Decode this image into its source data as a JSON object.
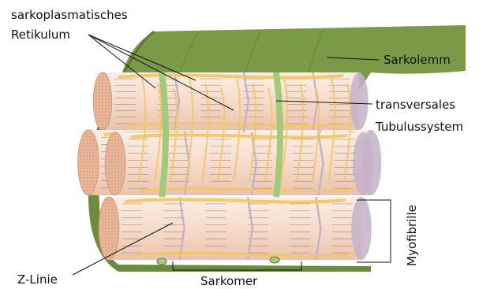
{
  "labels": {
    "sr_line1": "sarkoplasmatisches",
    "sr_line2": "Retikulum",
    "sarcolemma": "Sarkolemm",
    "ttubule_line1": "transversales",
    "ttubule_line2": "Tubulussystem",
    "myofibril": "Myofibrille",
    "zline": "Z-Linie",
    "sarcomere": "Sarkomer"
  },
  "colors": {
    "sarcolemma": "#7a9a48",
    "sarcolemma_dark": "#5c7a34",
    "fiber_body": "#f6dccb",
    "fiber_end": "#e8b79a",
    "sarcoplasmic_reticulum": "#f4c460",
    "t_tubule": "#a5c97a",
    "z_disc": "#c4b2c9",
    "filament": "#8a6a70"
  }
}
